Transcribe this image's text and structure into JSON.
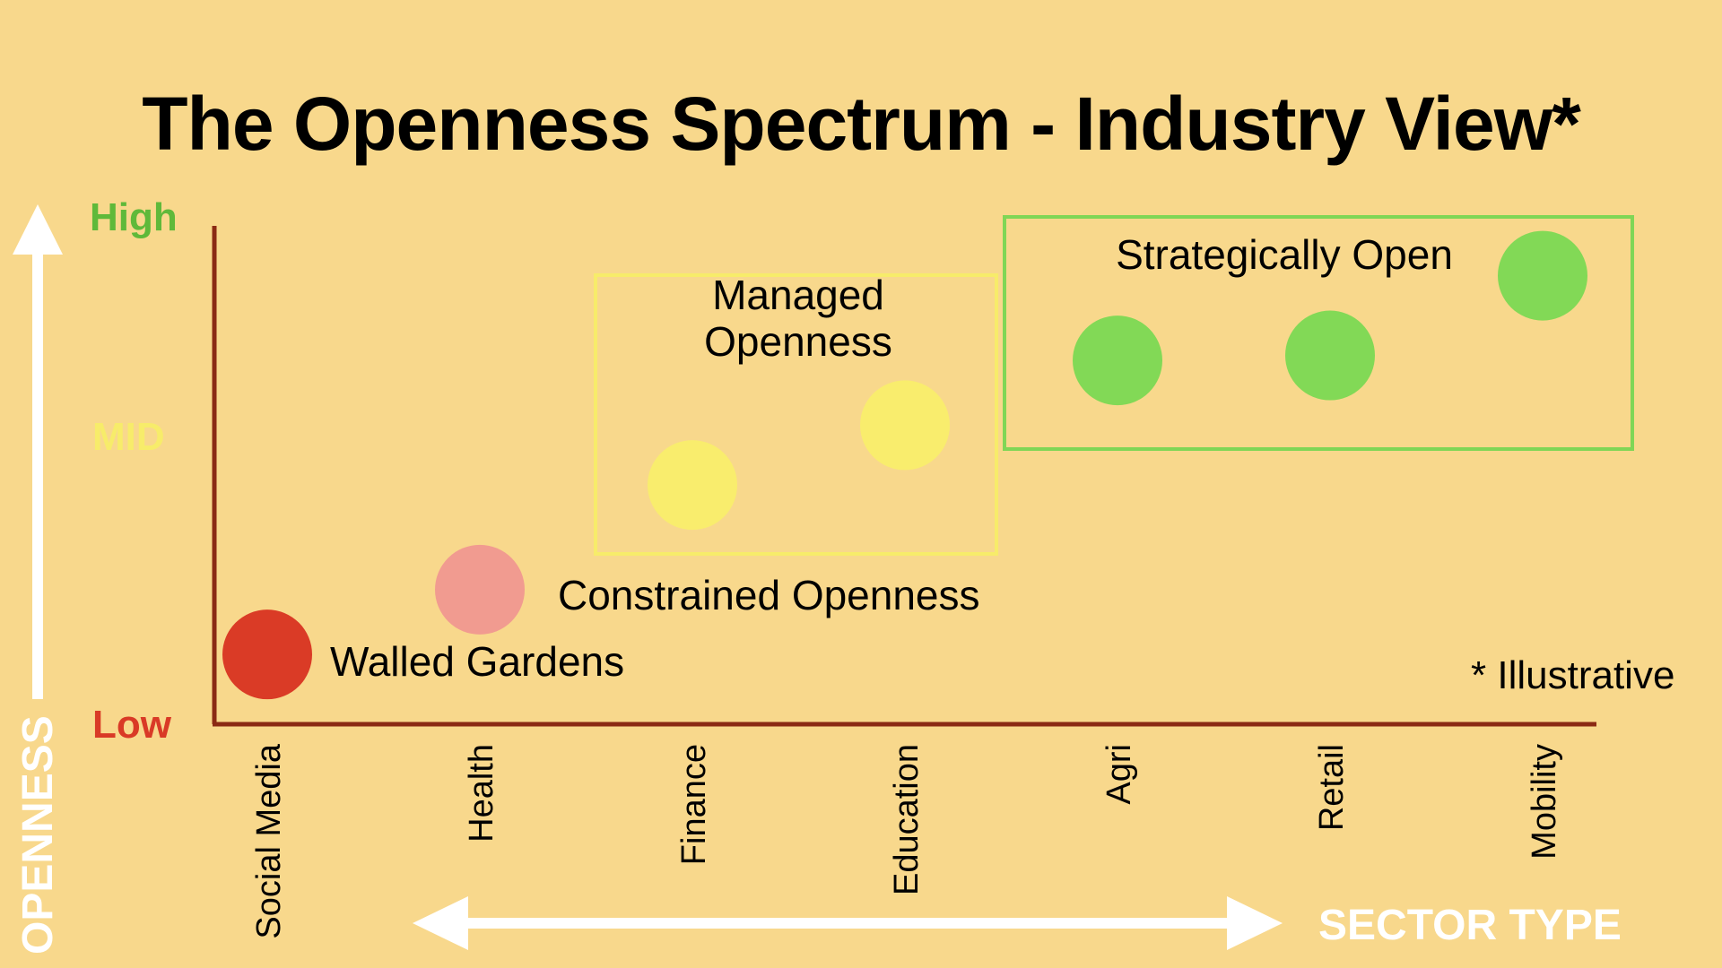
{
  "title": "The Openness Spectrum - Industry View*",
  "note": "* Illustrative",
  "y_axis": {
    "title": "OPENNESS",
    "levels": [
      {
        "label": "High",
        "color": "#5fb93a"
      },
      {
        "label": "MID",
        "color": "#f7ec6a"
      },
      {
        "label": "Low",
        "color": "#d93a26"
      }
    ]
  },
  "x_axis": {
    "title": "SECTOR TYPE"
  },
  "zones": [
    {
      "label_lines": [
        "Managed",
        "Openness"
      ],
      "border_color": "#f7ec6a"
    },
    {
      "label_lines": [
        "Strategically Open"
      ],
      "border_color": "#80d656"
    }
  ],
  "annotations": [
    {
      "text": "Walled Gardens"
    },
    {
      "text": "Constrained Openness"
    }
  ],
  "colors": {
    "background": "#f8d88c",
    "axis_line": "#8b2a14",
    "red": "#da3b26",
    "pink": "#f19b90",
    "yellow": "#f9ed6d",
    "green": "#82d956",
    "arrow": "#ffffff"
  },
  "chart_data": {
    "type": "scatter",
    "categories": [
      "Social Media",
      "Health",
      "Finance",
      "Education",
      "Agri",
      "Retail",
      "Mobility"
    ],
    "values": [
      0.14,
      0.27,
      0.48,
      0.6,
      0.73,
      0.74,
      0.9
    ],
    "point_colors": [
      "#da3b26",
      "#f19b90",
      "#f9ed6d",
      "#f9ed6d",
      "#82d956",
      "#82d956",
      "#82d956"
    ],
    "ylim": [
      0,
      1
    ],
    "y_scale": "ordinal levels: Low, MID, High",
    "grid": false,
    "legend": "none"
  }
}
